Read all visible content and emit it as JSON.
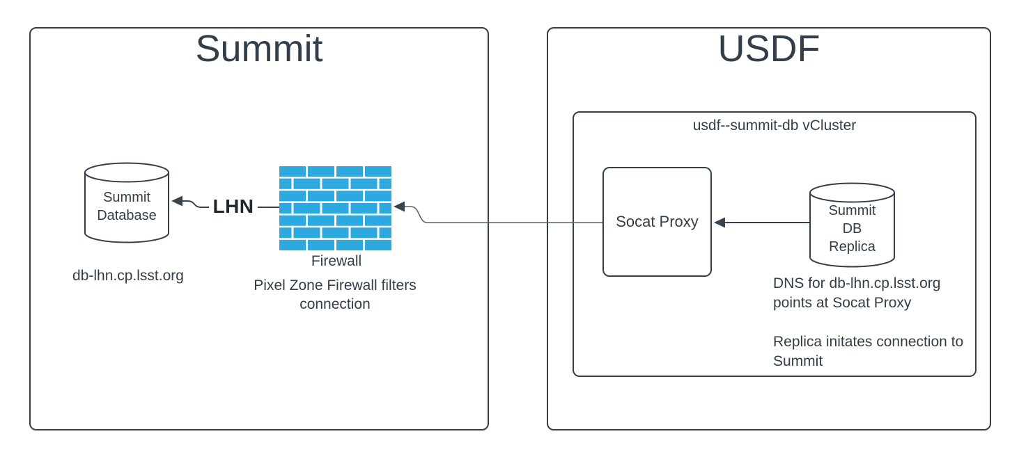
{
  "colors": {
    "firewall_blue": "#2EA9E0",
    "box_border": "#333E48",
    "text": "#333E48",
    "connector": "#5A626B",
    "arrowhead": "#39434C",
    "lhn_text": "#21272E"
  },
  "summit": {
    "title": "Summit",
    "database": {
      "icon": "database-cylinder-icon",
      "label_lines": [
        "Summit",
        "Database"
      ],
      "hostname": "db-lhn.cp.lsst.org"
    },
    "lhn_link_label": "LHN",
    "firewall": {
      "icon": "firewall-brick-wall-icon",
      "label": "Firewall",
      "caption_lines": [
        "Pixel Zone Firewall filters",
        "connection"
      ]
    }
  },
  "usdf": {
    "title": "USDF",
    "vcluster": {
      "label": "usdf--summit-db vCluster",
      "socat_proxy_label": "Socat Proxy",
      "replica": {
        "icon": "database-cylinder-icon",
        "label_lines": [
          "Summit",
          "DB",
          "Replica"
        ]
      },
      "notes": [
        "DNS for db-lhn.cp.lsst.org",
        "points at Socat Proxy",
        "",
        "Replica initates connection to",
        "Summit"
      ]
    }
  }
}
